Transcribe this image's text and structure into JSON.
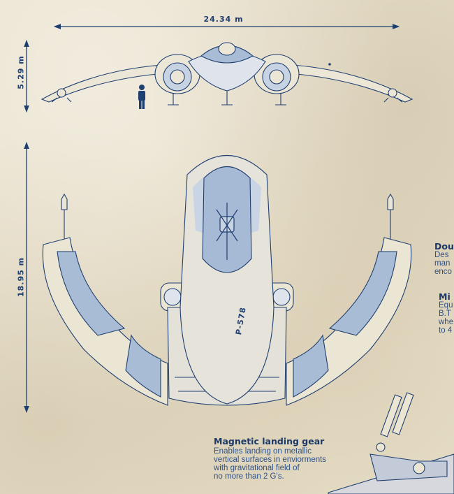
{
  "dimensions": {
    "length": "24.34 m",
    "height": "5.29 m",
    "width": "18.95 m"
  },
  "ship": {
    "registration": "P-578"
  },
  "callouts": {
    "double": {
      "title": "Dou",
      "lines": [
        "Des",
        "man",
        "enco"
      ]
    },
    "mi": {
      "title": "Mi",
      "lines": [
        "Equ",
        "B.T",
        "whe",
        "to 4"
      ]
    },
    "landing_gear": {
      "title": "Magnetic landing gear",
      "lines": [
        "Enables landing on metallic",
        "vertical surfaces in enviorments",
        "with gravitational field of",
        "no more than 2 G's."
      ]
    }
  },
  "colors": {
    "paper": "#e9e1cc",
    "ink": "#1f3f70",
    "fill": "#9fb4cf"
  }
}
